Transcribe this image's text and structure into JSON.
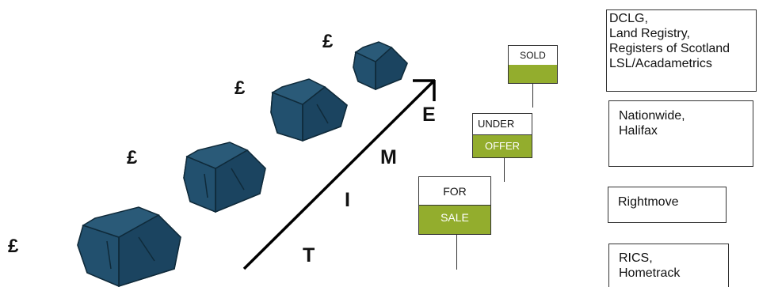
{
  "currency_symbols": [
    "£",
    "£",
    "£",
    "£"
  ],
  "time_axis": {
    "letters": [
      "T",
      "I",
      "M",
      "E"
    ]
  },
  "signs": [
    {
      "top": "FOR",
      "bottom": "SALE"
    },
    {
      "top": "UNDER",
      "bottom": "OFFER"
    },
    {
      "top": "",
      "bottom": "SOLD"
    }
  ],
  "sources": [
    "DCLG,\nLand Registry,\nRegisters of Scotland\nLSL/Acadametrics",
    "Nationwide,\nHalifax",
    "Rightmove",
    "RICS,\nHometrack"
  ],
  "colors": {
    "house": "#1f4a66",
    "house_outline": "#0f2a3a",
    "sign_green": "#93ad2d"
  }
}
